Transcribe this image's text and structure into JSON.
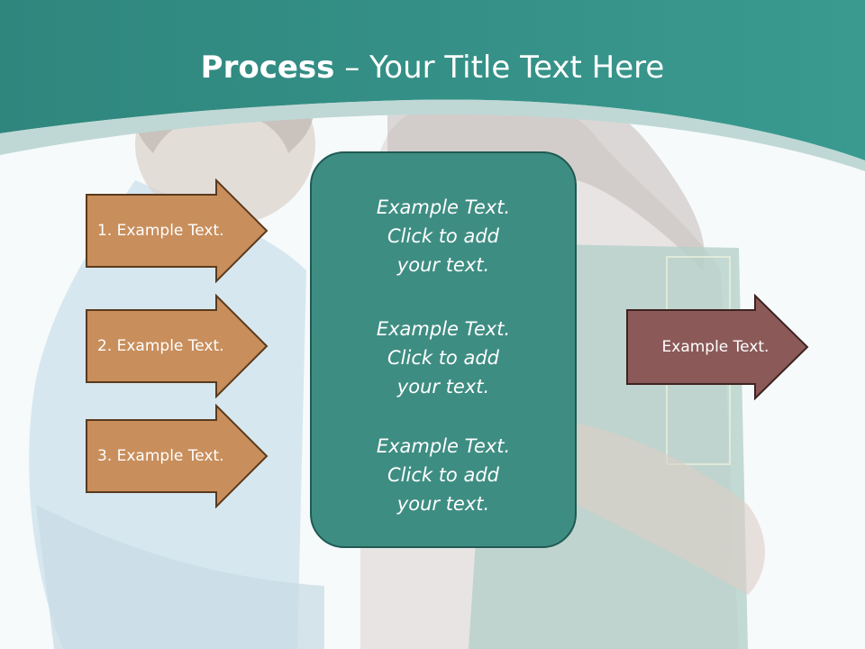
{
  "title": {
    "bold": "Process",
    "dash": " – ",
    "rest": "Your Title Text Here"
  },
  "input_arrows": [
    {
      "label": "1. Example Text."
    },
    {
      "label": "2. Example Text."
    },
    {
      "label": "3. Example Text."
    }
  ],
  "center_box": {
    "items": [
      {
        "lines": [
          "Example Text.",
          "Click  to add",
          "your text."
        ]
      },
      {
        "lines": [
          "Example Text.",
          "Click  to add",
          "your text."
        ]
      },
      {
        "lines": [
          "Example Text.",
          "Click  to add",
          "your text."
        ]
      }
    ]
  },
  "output_arrow": {
    "label": "Example Text."
  },
  "colors": {
    "header_teal": "#3b9188",
    "input_arrow_fill": "#c88e5c",
    "input_arrow_stroke": "#5a3a1c",
    "output_arrow_fill": "#8b5a58",
    "output_arrow_stroke": "#3e2322",
    "center_box_fill": "#3e8d82"
  }
}
